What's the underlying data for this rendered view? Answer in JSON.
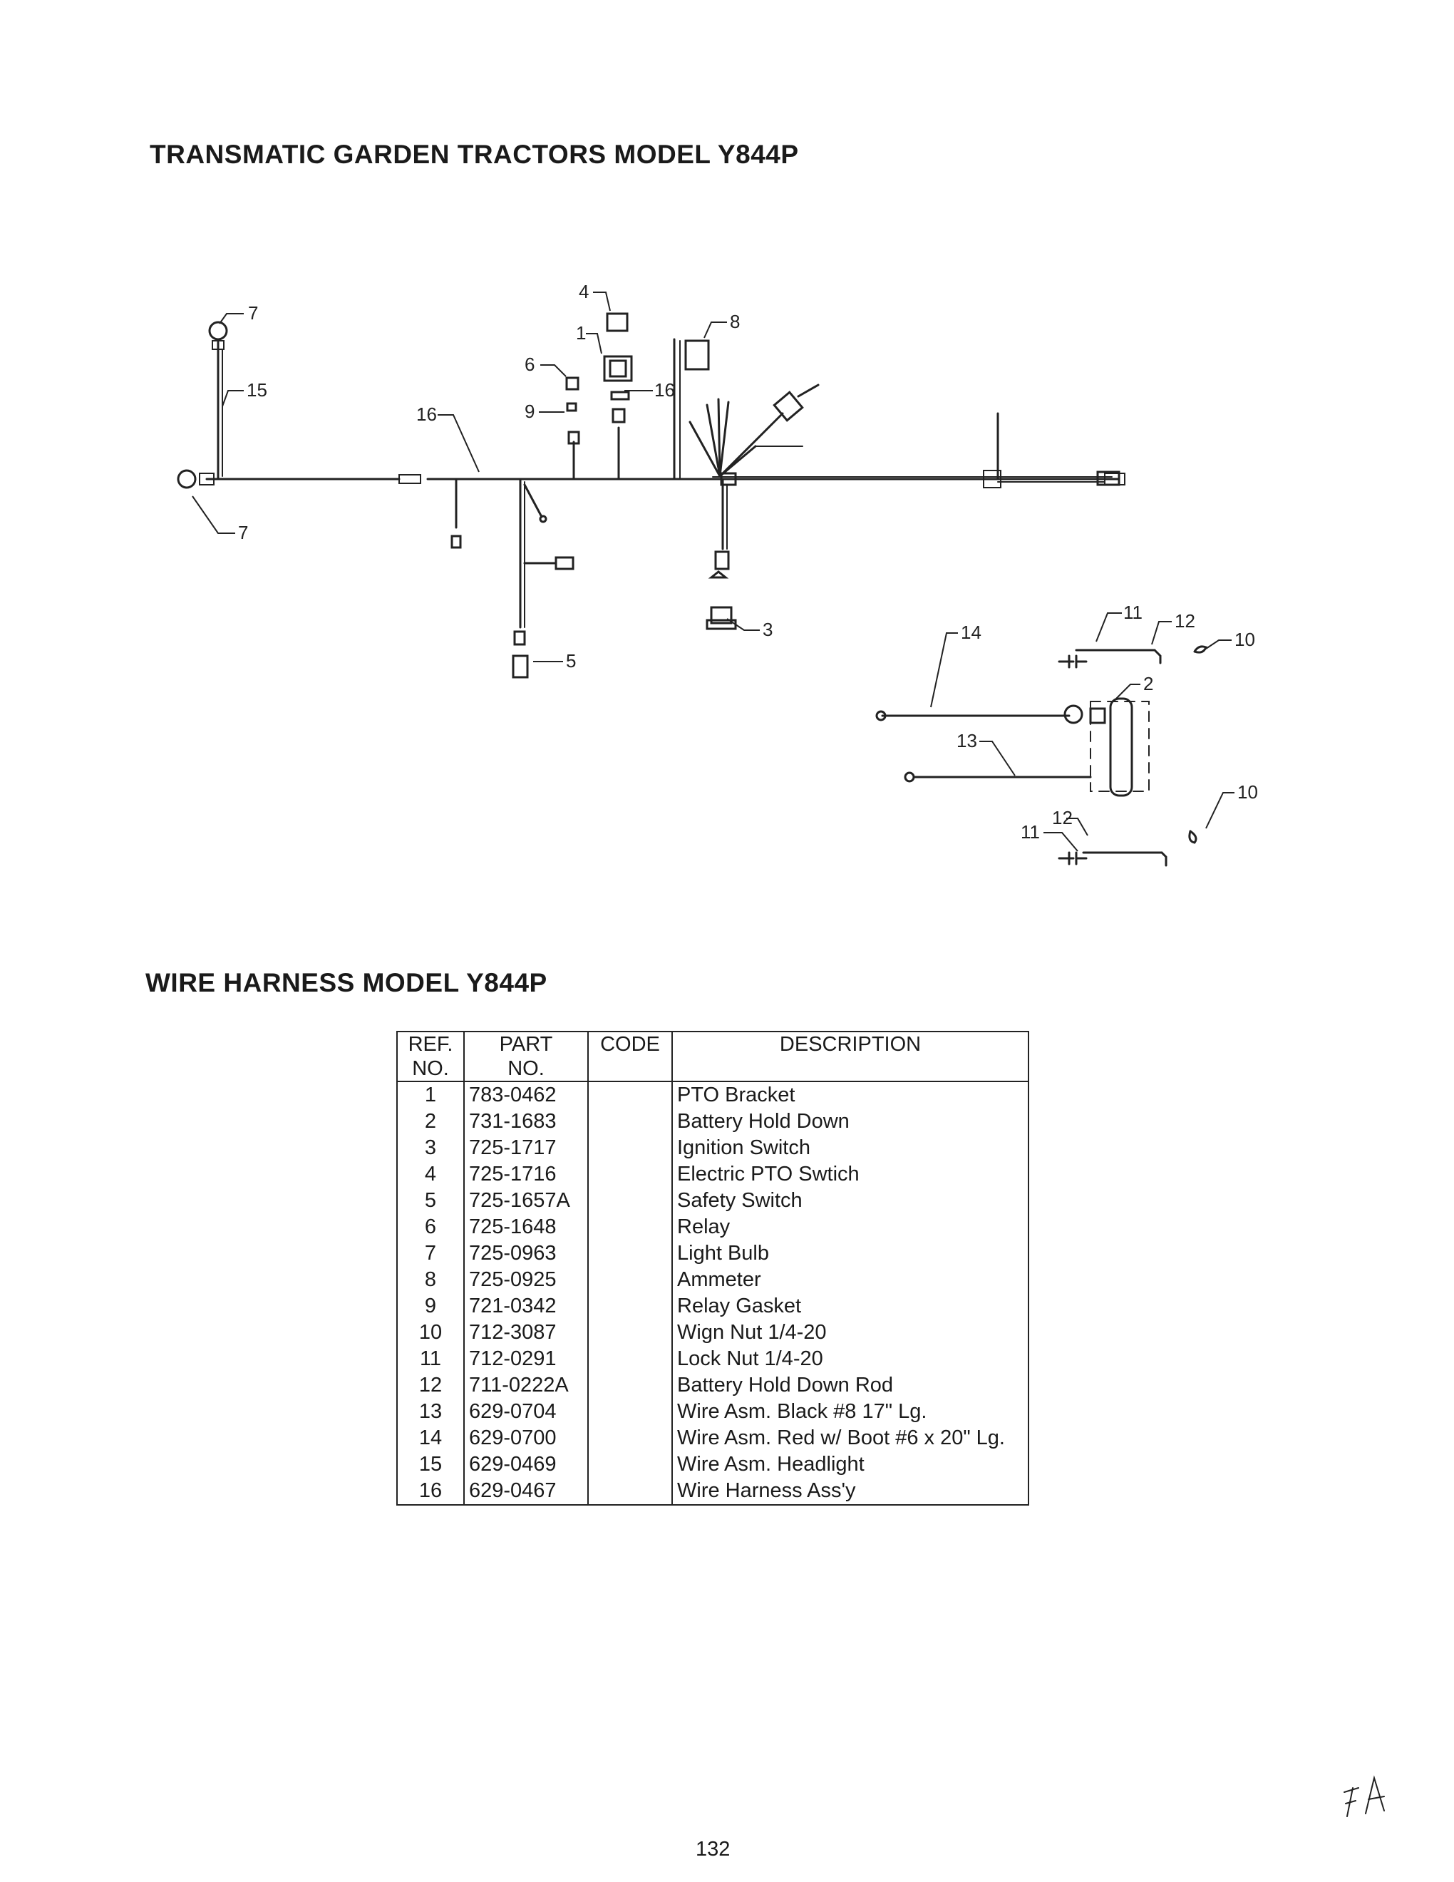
{
  "page_title": "TRANSMATIC GARDEN TRACTORS MODEL Y844P",
  "section_title": "WIRE HARNESS MODEL Y844P",
  "diagram": {
    "callouts": {
      "c7a": "7",
      "c15": "15",
      "c7b": "7",
      "c16a": "16",
      "c4": "4",
      "c1": "1",
      "c6": "6",
      "c9": "9",
      "c16b": "16",
      "c8": "8",
      "c3": "3",
      "c5": "5",
      "c14": "14",
      "c11a": "11",
      "c12a": "12",
      "c10a": "10",
      "c2": "2",
      "c13": "13",
      "c12b": "12",
      "c11b": "11",
      "c10b": "10"
    }
  },
  "table": {
    "headers": {
      "ref_line1": "REF.",
      "ref_line2": "NO.",
      "part_line1": "PART",
      "part_line2": "NO.",
      "code": "CODE",
      "description": "DESCRIPTION"
    },
    "rows": [
      {
        "ref": "1",
        "part": "783-0462",
        "code": "",
        "description": "PTO Bracket"
      },
      {
        "ref": "2",
        "part": "731-1683",
        "code": "",
        "description": "Battery Hold Down"
      },
      {
        "ref": "3",
        "part": "725-1717",
        "code": "",
        "description": "Ignition Switch"
      },
      {
        "ref": "4",
        "part": "725-1716",
        "code": "",
        "description": "Electric PTO Swtich"
      },
      {
        "ref": "5",
        "part": "725-1657A",
        "code": "",
        "description": "Safety Switch"
      },
      {
        "ref": "6",
        "part": "725-1648",
        "code": "",
        "description": "Relay"
      },
      {
        "ref": "7",
        "part": "725-0963",
        "code": "",
        "description": "Light Bulb"
      },
      {
        "ref": "8",
        "part": "725-0925",
        "code": "",
        "description": "Ammeter"
      },
      {
        "ref": "9",
        "part": "721-0342",
        "code": "",
        "description": "Relay Gasket"
      },
      {
        "ref": "10",
        "part": "712-3087",
        "code": "",
        "description": "Wign Nut 1/4-20"
      },
      {
        "ref": "11",
        "part": "712-0291",
        "code": "",
        "description": "Lock Nut 1/4-20"
      },
      {
        "ref": "12",
        "part": "711-0222A",
        "code": "",
        "description": "Battery Hold Down Rod"
      },
      {
        "ref": "13",
        "part": "629-0704",
        "code": "",
        "description": "Wire Asm.  Black #8 17\" Lg."
      },
      {
        "ref": "14",
        "part": "629-0700",
        "code": "",
        "description": "Wire Asm.  Red w/ Boot #6 x 20\" Lg."
      },
      {
        "ref": "15",
        "part": "629-0469",
        "code": "",
        "description": "Wire Asm.  Headlight"
      },
      {
        "ref": "16",
        "part": "629-0467",
        "code": "",
        "description": "Wire Harness Ass'y"
      }
    ]
  },
  "page_number": "132",
  "handwritten_initials": "FA"
}
